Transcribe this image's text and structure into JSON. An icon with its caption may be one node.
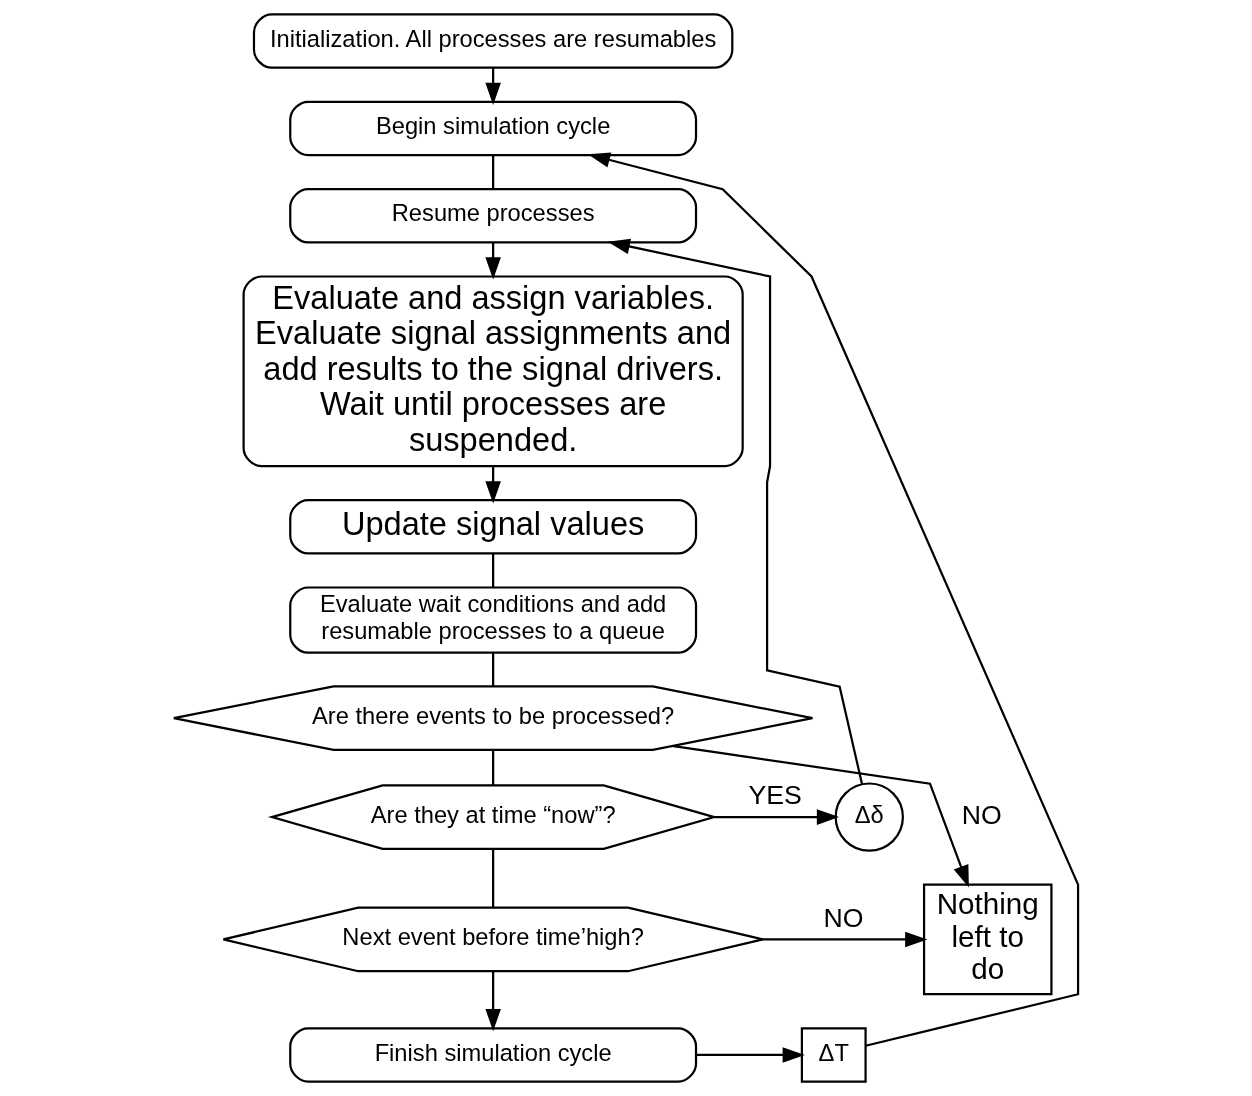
{
  "diagram": {
    "nodes": [
      {
        "text": [
          "Initialization. All processes are resumables"
        ]
      },
      {
        "text": [
          "Begin simulation cycle"
        ]
      },
      {
        "text": [
          "Resume processes"
        ]
      },
      {
        "text": [
          "Evaluate and assign variables. Evaluate signal assignments and add results to the signal drivers. Wait until processes are suspended."
        ]
      },
      {
        "text": [
          "Update signal values"
        ]
      },
      {
        "text": [
          "Evaluate wait conditions and add resumable processes to a queue"
        ]
      },
      {
        "text": [
          "Are there events to be processed?"
        ]
      },
      {
        "text": [
          "Are they at time “now”?"
        ]
      },
      {
        "text": [
          "Next event before time’high?"
        ]
      },
      {
        "text": [
          "Nothing left to do"
        ]
      },
      {
        "text": [
          "Δδ"
        ]
      },
      {
        "text": [
          "Finish simulation cycle"
        ]
      },
      {
        "text": [
          "ΔT"
        ]
      }
    ],
    "edges": [
      {
        "from": 0,
        "to": 1,
        "arrow": "to"
      },
      {
        "from": 1,
        "to": 2,
        "arrow": "none"
      },
      {
        "from": 2,
        "to": 3,
        "arrow": "to"
      },
      {
        "from": 3,
        "to": 4,
        "arrow": "to"
      },
      {
        "from": 4,
        "to": 5,
        "arrow": "none"
      },
      {
        "from": 5,
        "to": 6,
        "arrow": "none"
      },
      {
        "from": 6,
        "to": 7,
        "arrow": "none"
      },
      {
        "from": 6,
        "to": 9,
        "arrow": "to",
        "label": "NO"
      },
      {
        "from": 7,
        "to": 10,
        "arrow": "to",
        "label": "YES"
      },
      {
        "from": 10,
        "to": 2,
        "arrow": "to"
      },
      {
        "from": 7,
        "to": 8,
        "arrow": "none"
      },
      {
        "from": 8,
        "to": 9,
        "arrow": "to",
        "label": "NO"
      },
      {
        "from": 8,
        "to": 11,
        "arrow": "to"
      },
      {
        "from": 11,
        "to": 12,
        "arrow": "to"
      },
      {
        "from": 12,
        "to": 1,
        "arrow": "to"
      }
    ]
  }
}
